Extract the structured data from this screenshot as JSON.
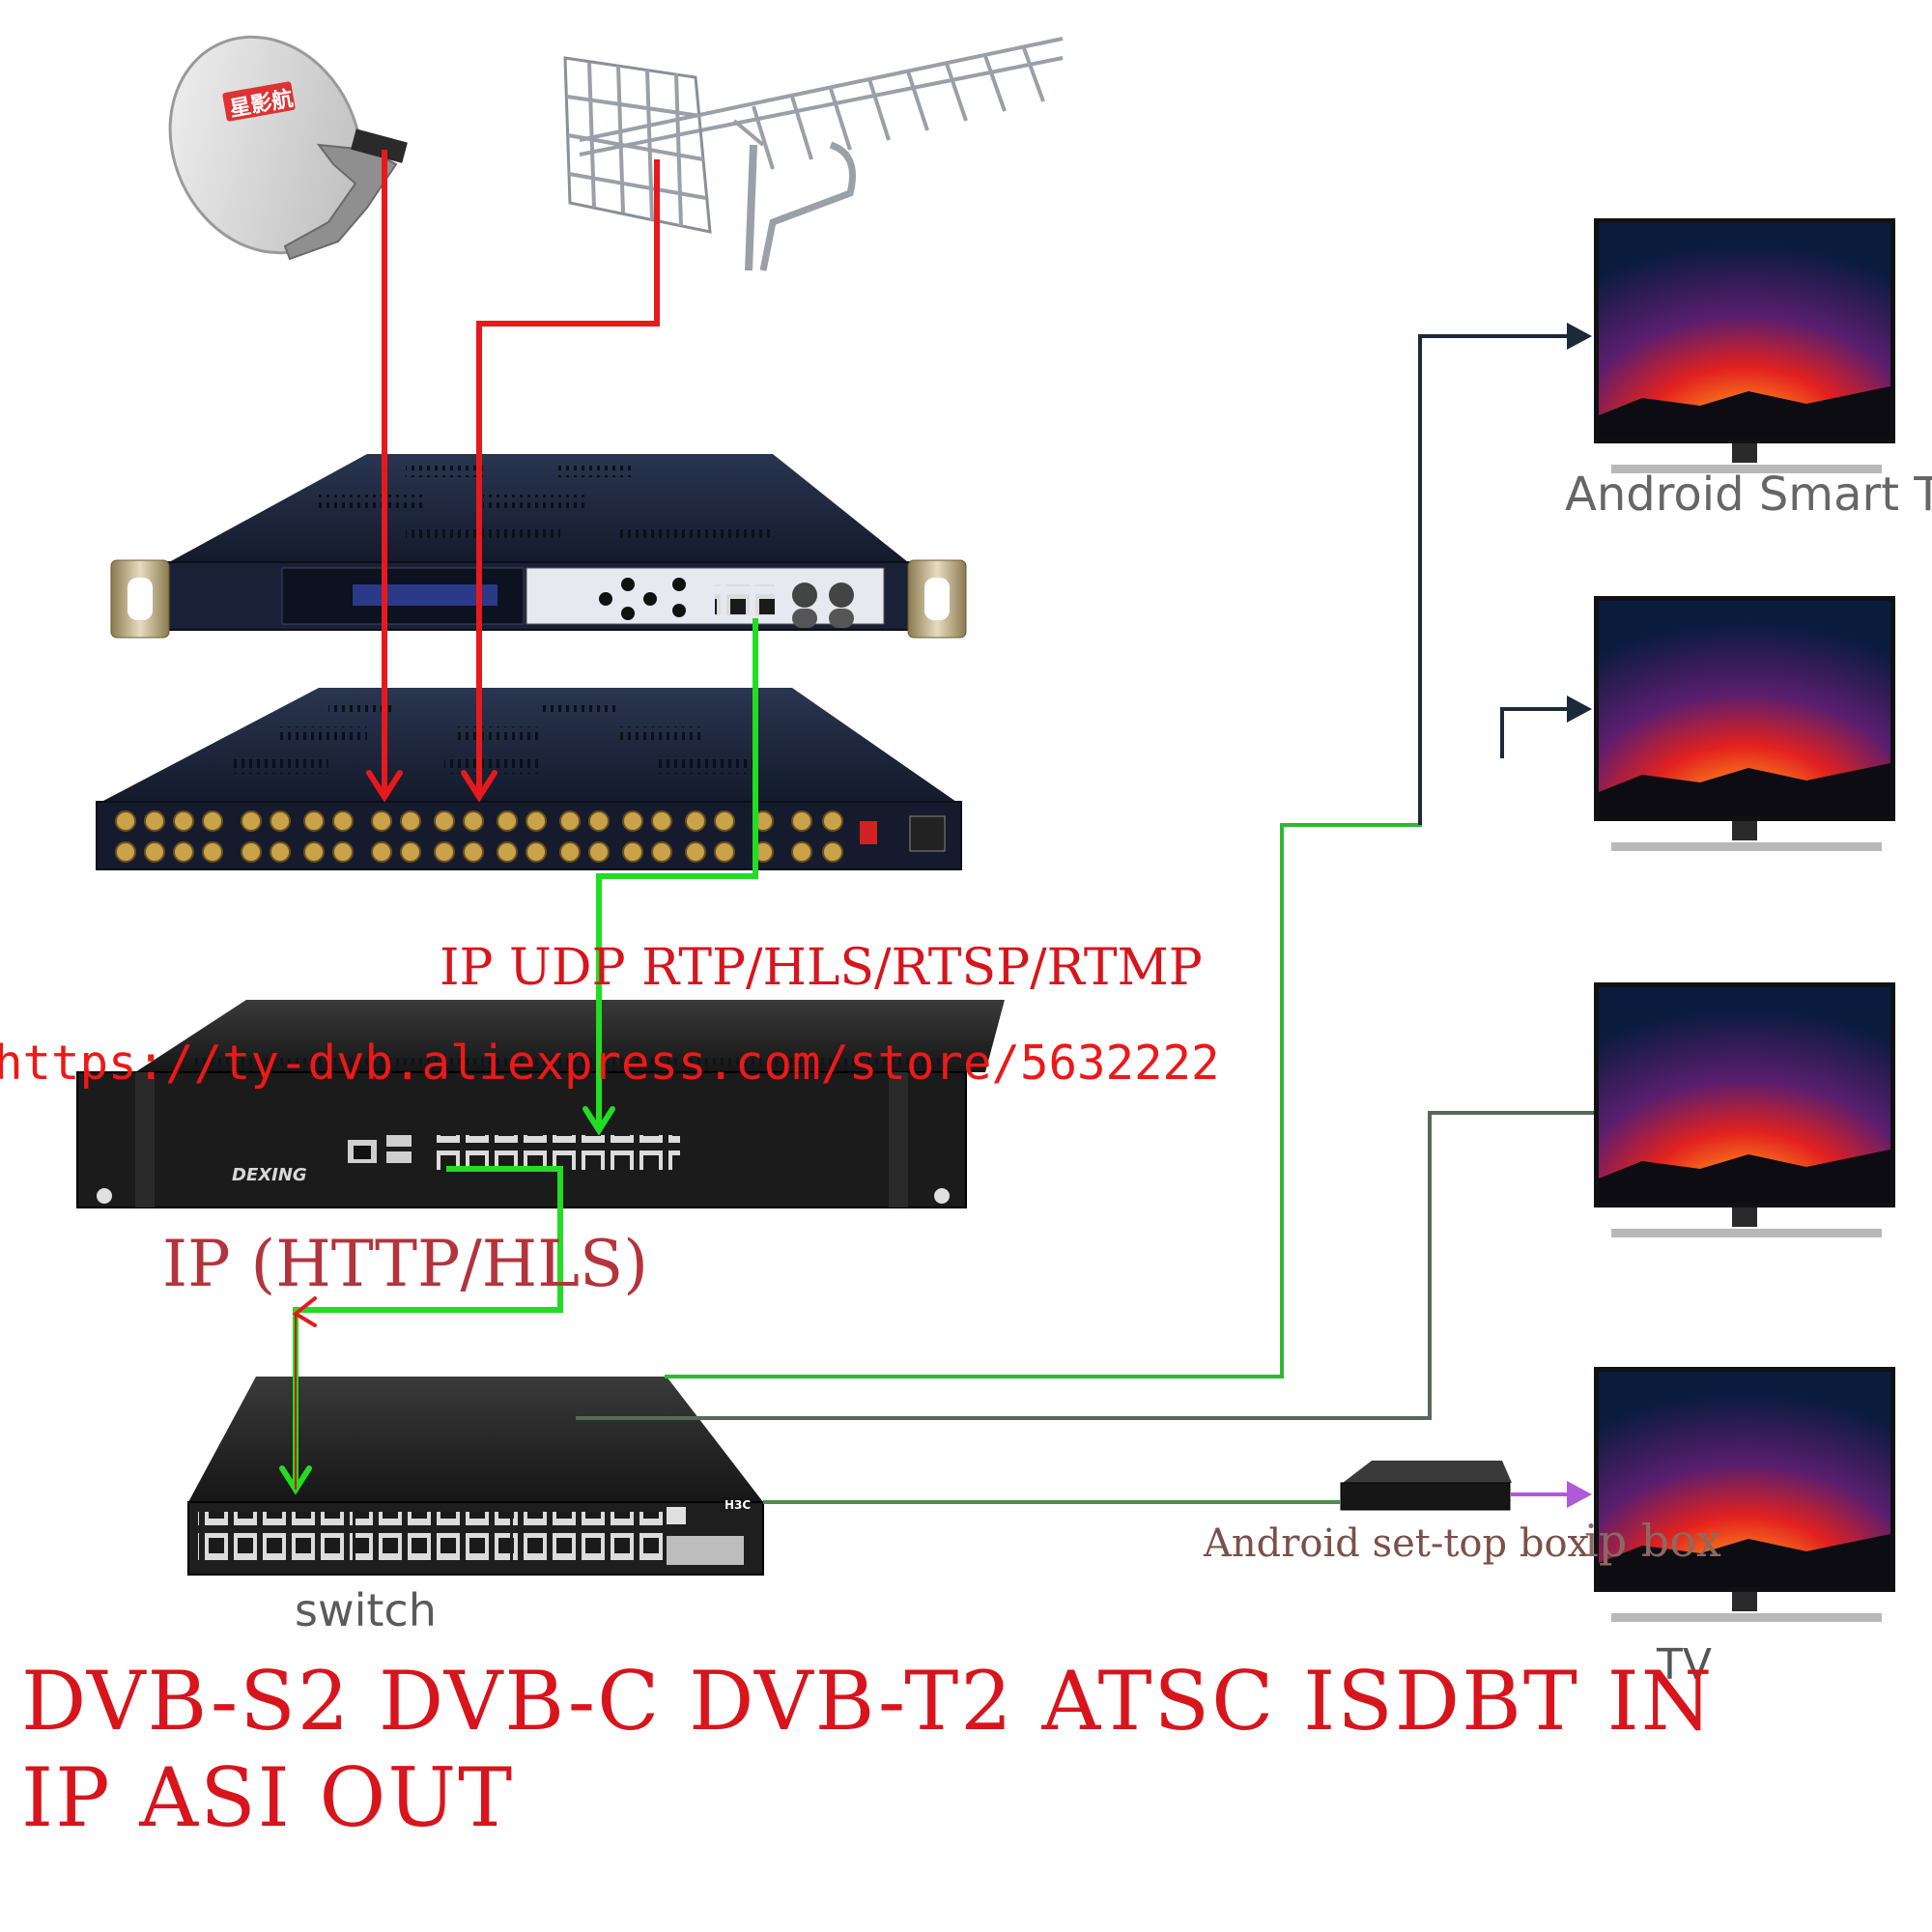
{
  "labels": {
    "ip_protocols": "IP UDP RTP/HLS/RTSP/RTMP",
    "store_url": "https://ty-dvb.aliexpress.com/store/5632222",
    "ip_http_hls": "IP (HTTP/HLS)",
    "switch": "switch",
    "android_smart_tv": "Android Smart TV",
    "android_set_top_box": "Android set-top box",
    "ip_box_overlay": "ip box",
    "tv": "TV",
    "bottom_line1": "DVB-S2 DVB-C DVB-T2 ATSC ISDBT IN",
    "bottom_line2": "IP ASI OUT",
    "dish_logo": "星影航",
    "server_brand": "DEXING",
    "switch_brand": "H3C"
  },
  "colors": {
    "rf_link": "#e8191c",
    "ip_link": "#22dd22",
    "tv_link": "#1b2a3a",
    "stb_link": "#b15ad8"
  }
}
